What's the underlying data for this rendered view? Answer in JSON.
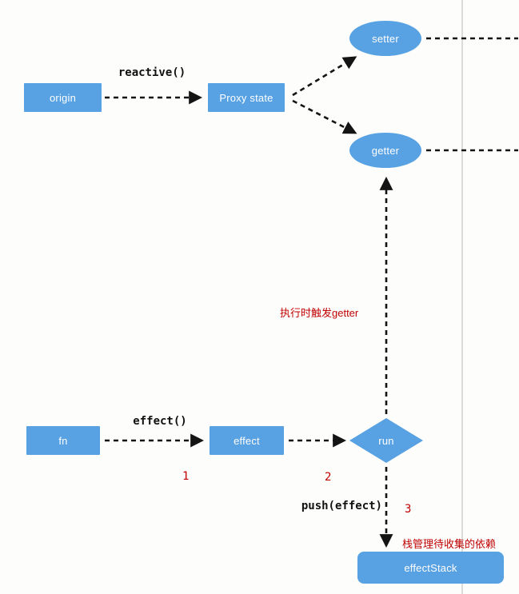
{
  "diagram": {
    "nodes": {
      "origin": "origin",
      "proxy_state": "Proxy state",
      "setter": "setter",
      "getter": "getter",
      "fn": "fn",
      "effect": "effect",
      "run": "run",
      "effect_stack": "effectStack"
    },
    "edge_labels": {
      "reactive_call": "reactive()",
      "effect_call": "effect()",
      "push_effect": "push(effect)"
    },
    "annotations": {
      "trigger_getter": "执行时触发getter",
      "stack_note": "栈管理待收集的依赖",
      "step_1": "1",
      "step_2": "2",
      "step_3": "3"
    },
    "colors": {
      "node_fill": "#58A1E3",
      "annotation_red": "#C00000",
      "arrow": "#141414",
      "divider": "#DBDBD9"
    }
  }
}
